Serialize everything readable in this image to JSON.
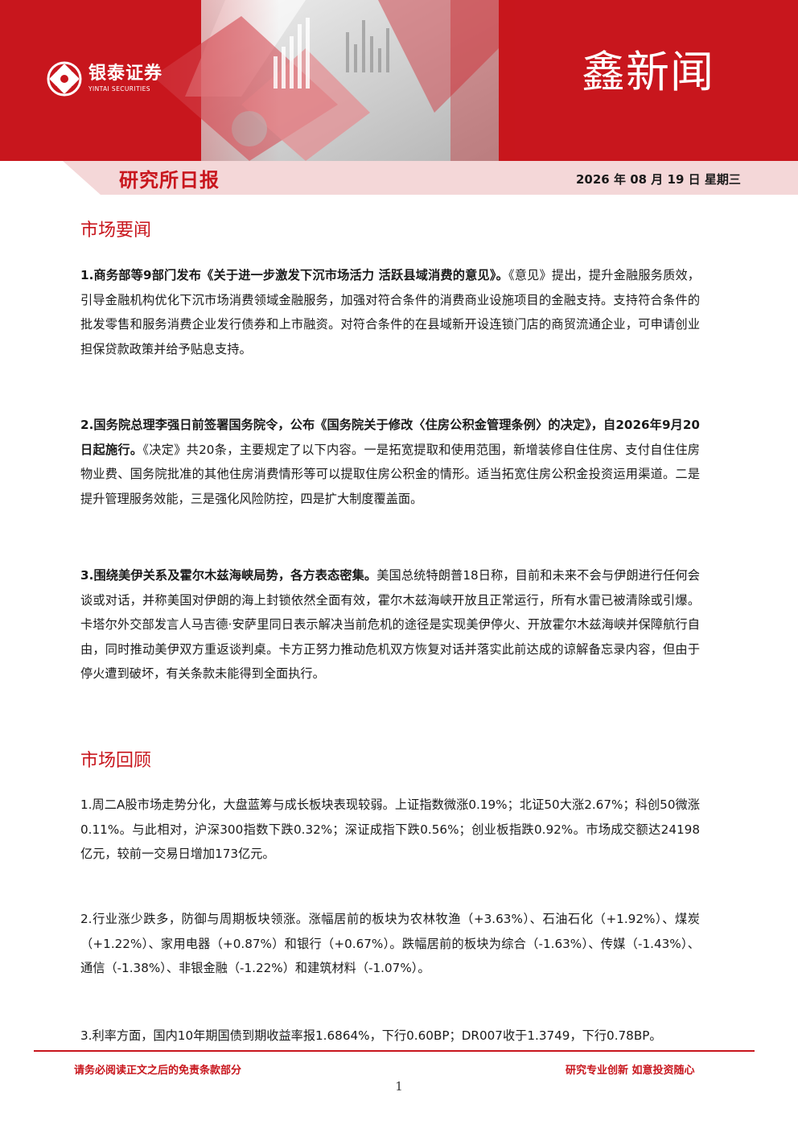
{
  "header": {
    "company_cn": "银泰证券",
    "company_en": "YINTAI SECURITIES",
    "brand_title": "鑫新闻",
    "report_title": "研究所日报",
    "date": "2026 年 08 月 19 日  星期三",
    "accent_color": "#c8161d"
  },
  "sections": [
    {
      "title": "市场要闻",
      "items": [
        {
          "lead": "1.商务部等9部门发布《关于进一步激发下沉市场活力 活跃县域消费的意见》。",
          "body": "《意见》提出，提升金融服务质效，引导金融机构优化下沉市场消费领域金融服务，加强对符合条件的消费商业设施项目的金融支持。支持符合条件的批发零售和服务消费企业发行债券和上市融资。对符合条件的在县域新开设连锁门店的商贸流通企业，可申请创业担保贷款政策并给予贴息支持。"
        },
        {
          "lead": "2.国务院总理李强日前签署国务院令，公布《国务院关于修改〈住房公积金管理条例〉的决定》，自2026年9月20日起施行。",
          "body": "《决定》共20条，主要规定了以下内容。一是拓宽提取和使用范围，新增装修自住住房、支付自住住房物业费、国务院批准的其他住房消费情形等可以提取住房公积金的情形。适当拓宽住房公积金投资运用渠道。二是提升管理服务效能，三是强化风险防控，四是扩大制度覆盖面。"
        },
        {
          "lead": "3.围绕美伊关系及霍尔木兹海峡局势，各方表态密集。",
          "body": "美国总统特朗普18日称，目前和未来不会与伊朗进行任何会谈或对话，并称美国对伊朗的海上封锁依然全面有效，霍尔木兹海峡开放且正常运行，所有水雷已被清除或引爆。卡塔尔外交部发言人马吉德·安萨里同日表示解决当前危机的途径是实现美伊停火、开放霍尔木兹海峡并保障航行自由，同时推动美伊双方重返谈判桌。卡方正努力推动危机双方恢复对话并落实此前达成的谅解备忘录内容，但由于停火遭到破坏，有关条款未能得到全面执行。"
        }
      ]
    },
    {
      "title": "市场回顾",
      "items": [
        {
          "lead": "",
          "body": "1.周二A股市场走势分化，大盘蓝筹与成长板块表现较弱。上证指数微涨0.19%；北证50大涨2.67%；科创50微涨0.11%。与此相对，沪深300指数下跌0.32%；深证成指下跌0.56%；创业板指跌0.92%。市场成交额达24198亿元，较前一交易日增加173亿元。"
        },
        {
          "lead": "",
          "body": "2.行业涨少跌多，防御与周期板块领涨。涨幅居前的板块为农林牧渔（+3.63%）、石油石化（+1.92%）、煤炭（+1.22%）、家用电器（+0.87%）和银行（+0.67%）。跌幅居前的板块为综合（-1.63%）、传媒（-1.43%）、通信（-1.38%）、非银金融（-1.22%）和建筑材料（-1.07%）。"
        },
        {
          "lead": "",
          "body": "3.利率方面，国内10年期国债到期收益率报1.6864%，下行0.60BP；DR007收于1.3749，下行0.78BP。"
        }
      ]
    }
  ],
  "footer": {
    "disclaimer": "请务必阅读正文之后的免责条款部分",
    "slogan": "研究专业创新   如意投资随心",
    "page_number": "1"
  }
}
